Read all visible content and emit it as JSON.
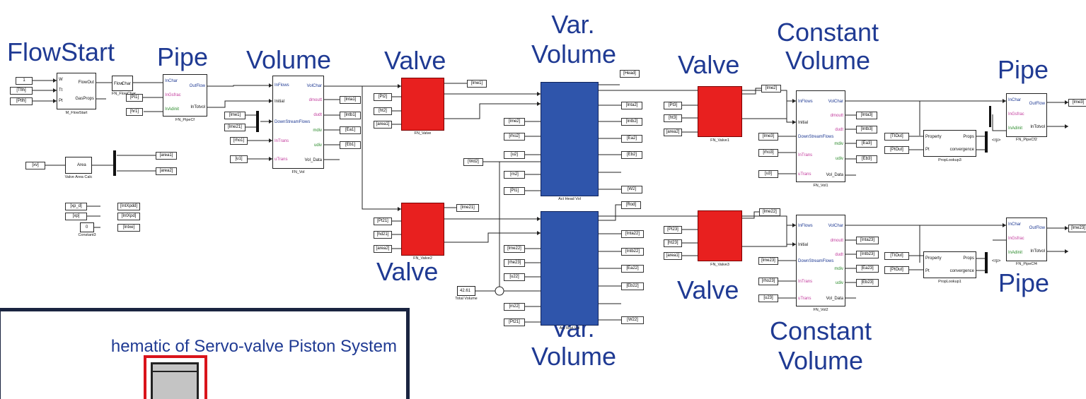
{
  "headings": {
    "flowstart": "FlowStart",
    "pipe_top_left": "Pipe",
    "volume": "Volume",
    "valve_top1": "Valve",
    "var_volume_top_l1": "Var.",
    "var_volume_top_l2": "Volume",
    "valve_top2": "Valve",
    "constant_top_l1": "Constant",
    "constant_top_l2": "Volume",
    "pipe_top_right": "Pipe",
    "valve_bottom1": "Valve",
    "valve_bottom2": "Valve",
    "pipe_bottom_right": "Pipe",
    "var_volume_bottom_l1": "Var.",
    "var_volume_bottom_l2": "Volume",
    "constant_bottom_l1": "Constant",
    "constant_bottom_l2": "Volume"
  },
  "schematic": {
    "title": "hematic of Servo-valve Piston System"
  },
  "blocks": {
    "flowstart": {
      "name": "M_FlowStart",
      "ports_in": [
        "W",
        "Tt",
        "Pt"
      ],
      "ports_out": [
        "FlowOut",
        "GasProps"
      ]
    },
    "flowchar": {
      "name": "FN_FlowChar",
      "ports_in": [
        "Flow"
      ],
      "ports_out": [
        "Char"
      ]
    },
    "pipe1": {
      "name": "FN_PipeCf",
      "ports_in": [
        "InChar",
        "InGsfrac",
        "InAdinit"
      ],
      "ports_out": [
        "OutFlow",
        "InTotvol"
      ]
    },
    "vol": {
      "name": "FN_Vol",
      "ports_in": [
        "InFlows",
        "Initial",
        "DownStreamFlows",
        "InTrans",
        "uTrans"
      ],
      "ports_out": [
        "VolChar",
        "dmoutt",
        "dudt",
        "mdiv",
        "udiv",
        "Vol_Data"
      ]
    },
    "valve": {
      "name": "FN_Valve"
    },
    "valve2": {
      "name": "FN_Valve2"
    },
    "act_head": {
      "name": "Act Head Vol"
    },
    "act_rod": {
      "name": "Act Rod Vol"
    },
    "valve1": {
      "name": "FN_Valve1"
    },
    "valve3": {
      "name": "FN_Valve3"
    },
    "vol1": {
      "name": "FN_Vol1",
      "ports_in": [
        "InFlows",
        "Initial",
        "DownStreamFlows",
        "InTrans",
        "uTrans"
      ],
      "ports_out": [
        "VolChar",
        "dmoutt",
        "dudt",
        "mdiv",
        "udiv",
        "Vol_Data"
      ]
    },
    "vol2": {
      "name": "FN_Vol2",
      "ports_in": [
        "InFlows",
        "Initial",
        "DownStreamFlows",
        "InTrans",
        "uTrans"
      ],
      "ports_out": [
        "VolChar",
        "dmoutt",
        "dudt",
        "mdiv",
        "udiv",
        "Vol_Data"
      ]
    },
    "proplookup3": {
      "name": "PropLookup3",
      "ports_in": [
        "Property",
        "Pt"
      ],
      "ports_out": [
        "Props",
        "convergence"
      ]
    },
    "proplookup1": {
      "name": "PropLookup1",
      "ports_in": [
        "Property",
        "Pt"
      ],
      "ports_out": [
        "Props",
        "convergence"
      ]
    },
    "pipe2": {
      "name": "FN_PipeCf2",
      "ports_in": [
        "InChar",
        "InGsfrac",
        "InAdinit"
      ],
      "ports_out": [
        "OutFlow",
        "InTotvol"
      ]
    },
    "pipe4": {
      "name": "FN_PipeCf4",
      "ports_in": [
        "InChar",
        "InGsfrac",
        "InAdinit"
      ],
      "ports_out": [
        "OutFlow",
        "InTotvol"
      ]
    },
    "valve_area": {
      "name": "Valve Area Calc",
      "label": "Area"
    },
    "constant3": {
      "name": "Constant3",
      "value": "0"
    },
    "total_volume": {
      "name": "Total Volume",
      "value": "42.61"
    }
  },
  "tags": {
    "fs_in": [
      "1",
      "[Tflh]",
      "[Ptlh]"
    ],
    "pipe1_in": [
      "[Pt1]",
      "[hr1]"
    ],
    "vol_in": [
      "[lme1]",
      "[lme21]",
      "[rho1]",
      "[u1]"
    ],
    "vol_out": [
      "[Inta1]",
      "[Intb1]",
      "[Ea1]",
      "[Eb1]"
    ],
    "valve_in": [
      "[Pt2]",
      "[ht2]",
      "[area1]"
    ],
    "valve_out": "[lme1]",
    "valve2_in": [
      "[Pt21]",
      "[hd21]",
      "[area2]"
    ],
    "valve2_out": "[lme21]",
    "ah_in": [
      "[lme2]",
      "[rho2]",
      "[u2]",
      "[m2]",
      "[Pt1]"
    ],
    "ah_out": [
      "[Head]",
      "[Inta2]",
      "[Intb2]",
      "[Ea2]",
      "[Eb2]",
      "[W2]"
    ],
    "ar_in": [
      "[lme22]",
      "[rhe23]",
      "[u22]",
      "[m22]",
      "[Pt21]"
    ],
    "ar_out": [
      "[Rod]",
      "[Inta22]",
      "[Intb22]",
      "[Ea22]",
      "[Eb22]",
      "[W22]"
    ],
    "w_tag": "[Wd2]",
    "v1_in": [
      "[Pt3]",
      "[ht3]",
      "[area2]"
    ],
    "v1_out": "[lme2]",
    "v3_in": [
      "[Pt23]",
      "[ht23]",
      "[area1]"
    ],
    "v3_out": "[lme22]",
    "vol1_in": [
      "[lme3]",
      "[rho3]",
      "[u3]"
    ],
    "vol1_out": [
      "[Inta3]",
      "[Intb3]",
      "[Ea3]",
      "[Eb3]"
    ],
    "vol2_in": [
      "[lme23]",
      "[rho23]",
      "[u23]"
    ],
    "vol2_out": [
      "[Inta23]",
      "[Intb23]",
      "[Ea23]",
      "[Eb23]"
    ],
    "pl3_in": [
      "[TtOut]",
      "[PtOut]"
    ],
    "pl1_in": [
      "[TtOut]",
      "[PtOut]"
    ],
    "pipe2_out": "[lme3]",
    "pipe4_out": "[lme23]",
    "area_in": "[xv]",
    "area_out": [
      "[area1]",
      "[area2]"
    ],
    "misc_in": [
      "[xp_d]",
      "[xp]"
    ],
    "misc_out": [
      "[IntXpdd]",
      "[IntXpd]",
      "[Intxe]"
    ],
    "mux_label": "<rp>"
  }
}
